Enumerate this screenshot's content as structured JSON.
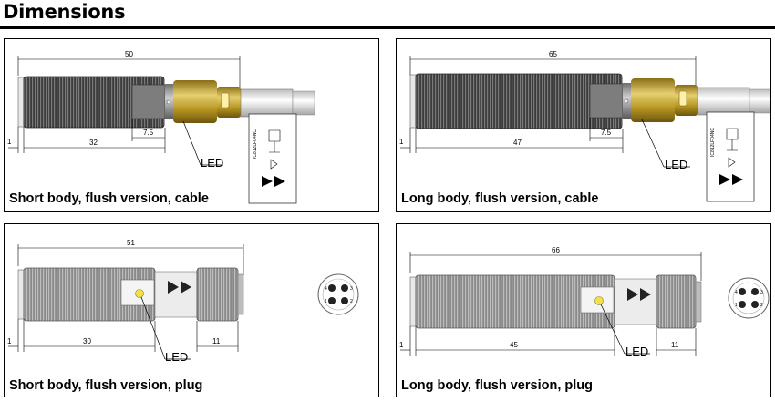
{
  "page": {
    "title": "Dimensions"
  },
  "panels": [
    {
      "caption": "Short body, flush version, cable",
      "dims": [
        "50",
        "1",
        "7.5",
        "32"
      ],
      "led": "LED",
      "label_code": "IC812LF04NC"
    },
    {
      "caption": "Long body, flush version, cable",
      "dims": [
        "65",
        "1",
        "7.5",
        "47"
      ],
      "led": "LED",
      "label_code": "IC812LF04NC"
    },
    {
      "caption": "Short body, flush version, plug",
      "dims": [
        "51",
        "1",
        "30",
        "11"
      ],
      "led": "LED",
      "connector_pins": [
        "1",
        "2",
        "3",
        "4"
      ]
    },
    {
      "caption": "Long body, flush version, plug",
      "dims": [
        "66",
        "1",
        "45",
        "11"
      ],
      "led": "LED",
      "connector_pins": [
        "1",
        "2",
        "3",
        "4"
      ]
    }
  ],
  "colors": {
    "thread": "#3f3f3f",
    "brass": "#c8a83a",
    "cable": "#e6e6e6",
    "plug_body": "#8d8d8d"
  }
}
